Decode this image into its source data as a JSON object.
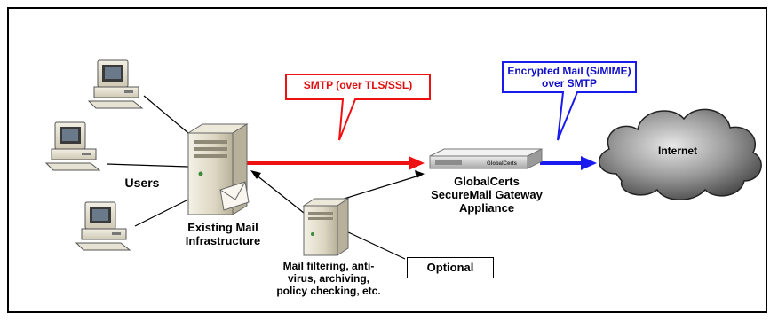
{
  "labels": {
    "users": "Users",
    "existing_mail_line1": "Existing Mail",
    "existing_mail_line2": "Infrastructure",
    "gateway_line1": "GlobalCerts",
    "gateway_line2": "SecureMail Gateway",
    "gateway_line3": "Appliance",
    "filtering_line1": "Mail filtering, anti-",
    "filtering_line2": "virus, archiving,",
    "filtering_line3": "policy checking, etc.",
    "internet": "Internet",
    "optional": "Optional",
    "smtp_tls": "SMTP (over TLS/SSL)",
    "encrypted_line1": "Encrypted Mail (S/MIME)",
    "encrypted_line2": "over SMTP",
    "appliance_brand": "GlobalCerts"
  },
  "colors": {
    "smtp_arrow": "#ee1111",
    "encrypted_arrow": "#1a1aee",
    "smtp_text": "#e01010",
    "encrypted_text": "#1010c8",
    "cloud_dark": "#2a2a2a",
    "cloud_light": "#d8d8d8"
  },
  "icons": {
    "workstation": "desktop-computer-icon",
    "mail_server": "tower-server-icon",
    "filter_server": "tower-server-icon",
    "gateway": "rack-appliance-icon",
    "internet": "cloud-icon"
  }
}
